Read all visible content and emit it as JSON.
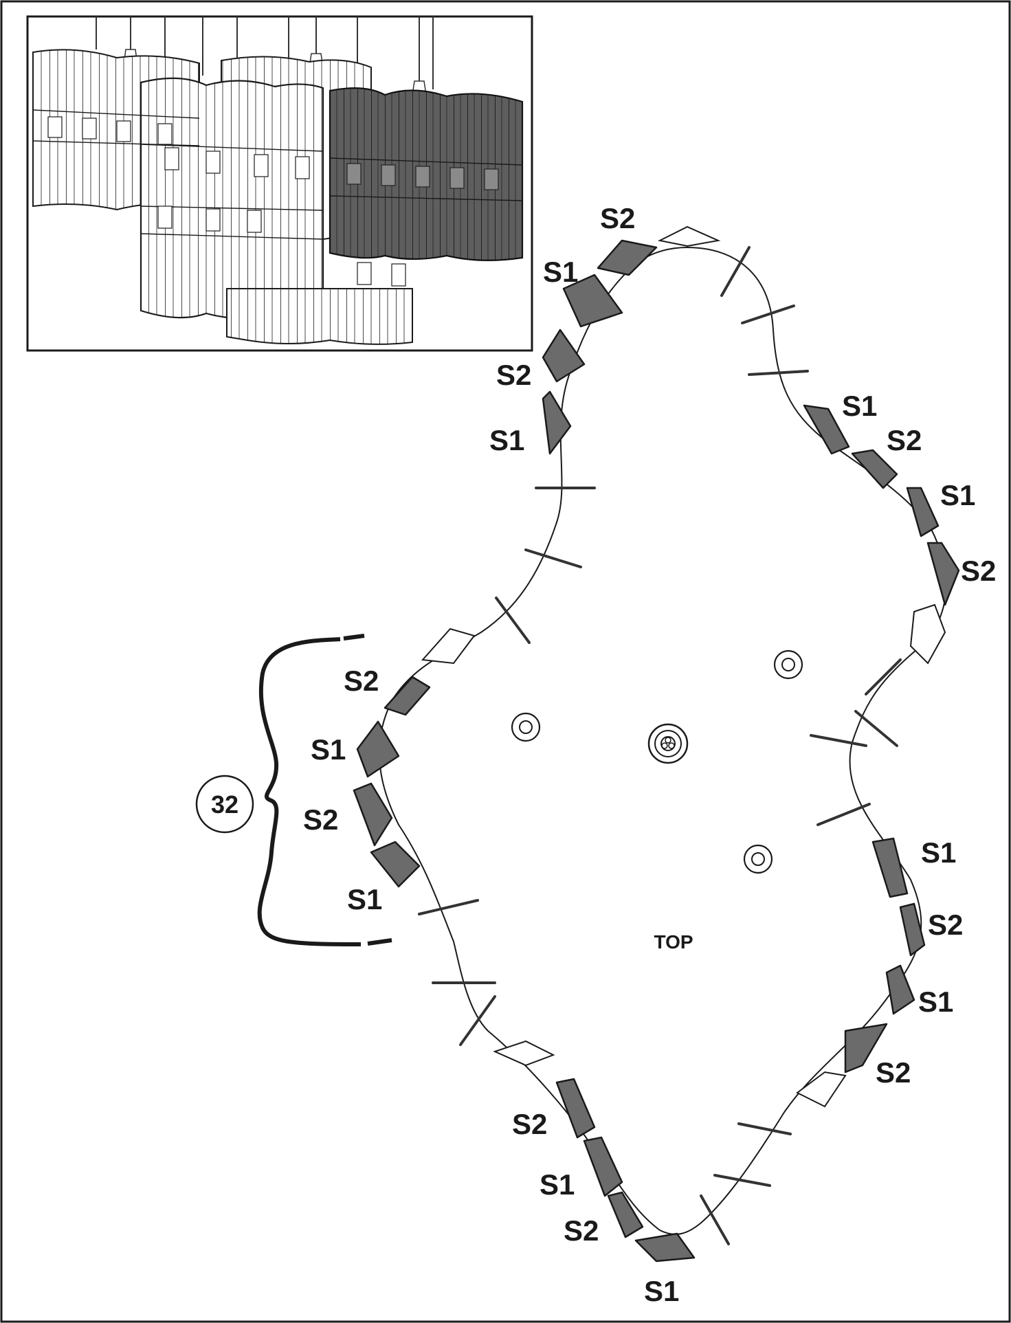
{
  "diagram": {
    "top_label": "TOP",
    "callout_number": "32",
    "crystal_labels": [
      "S2",
      "S1",
      "S2",
      "S1",
      "S1",
      "S2",
      "S1",
      "S2",
      "S2",
      "S1",
      "S2",
      "S1",
      "S1",
      "S2",
      "S1",
      "S2",
      "S2",
      "S1",
      "S2",
      "S1"
    ],
    "colors": {
      "crystal_fill": "#6b6b6b",
      "outline": "#1a1a1a",
      "inset_dark_panel": "#5e5e5e",
      "background": "#ffffff"
    }
  }
}
